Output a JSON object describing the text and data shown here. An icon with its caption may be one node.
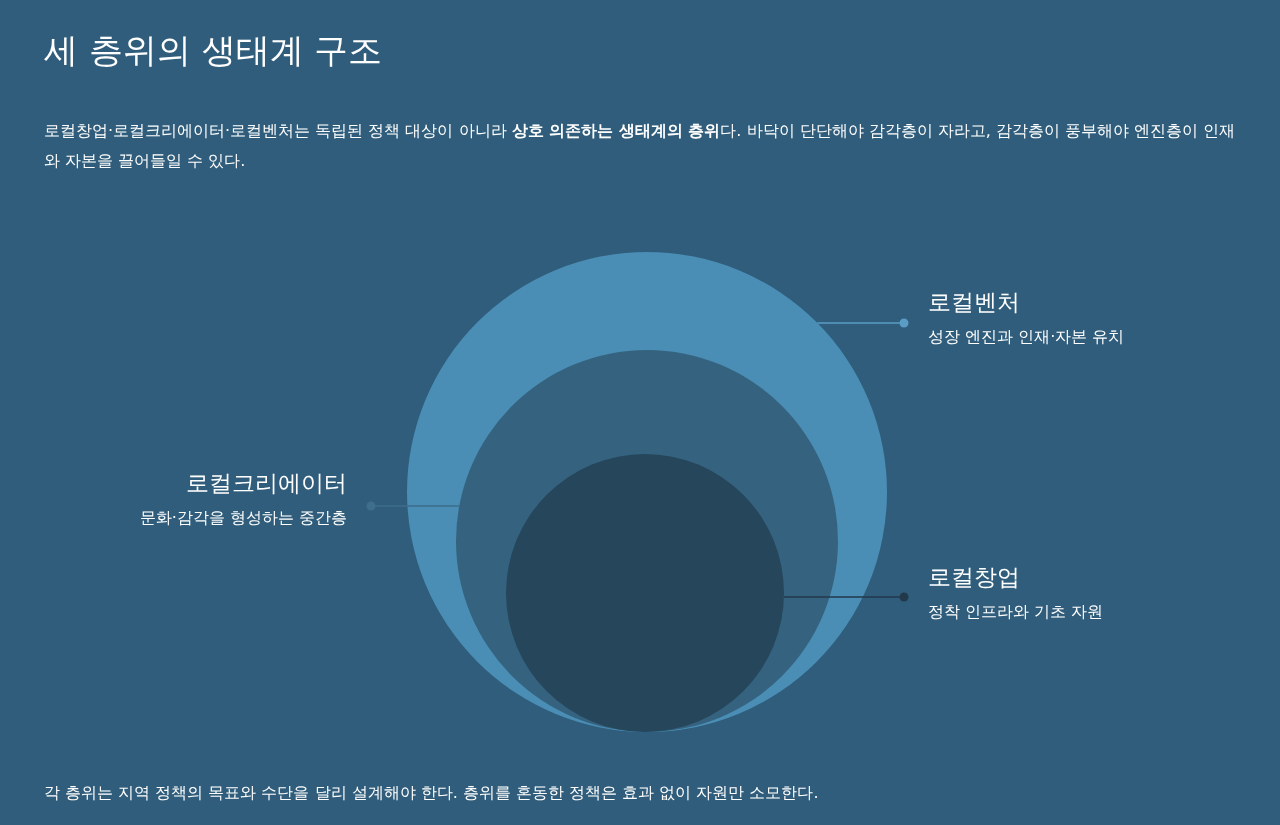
{
  "diagram": {
    "title": "세 층위의 생태계 구조",
    "caption": "각 층위는 지역 정책의 목표와 수단을 달리 설계해야 한다. 층위를 혼동한 정책은 효과 없이 자원만 소모한다.",
    "nodes": [
      {
        "text": [],
        "shape": "circle"
      },
      {
        "text": [],
        "shape": "circle",
        "in": 0
      },
      {
        "text": [],
        "shape": "circle",
        "in": 1
      },
      {
        "text": [
          "로컬벤처",
          "성장 엔진과 인재·자본 유치"
        ]
      },
      {
        "text": [
          "로컬크리에이터",
          "문화·감각을 형성하는 중간층"
        ]
      },
      {
        "text": [
          "로컬창업",
          "정착 인프라와 기초 자원"
        ]
      }
    ],
    "edges": [
      {
        "from": 3,
        "to": 0,
        "arrow": "other",
        "color": "#5b9cc4"
      },
      {
        "from": 4,
        "to": 1,
        "arrow": "other",
        "color": "#3f6e8c"
      },
      {
        "from": 5,
        "to": 2,
        "arrow": "other",
        "color": "#22394b"
      }
    ],
    "labels": [
      "로컬창업·로컬크리에이터·로컬벤처는 독립된 정책 대상이 아니라 **상호 의존하는 생태계의 층위**다. 바닥이 단단해야 감각층이 자라고, 감각층이 풍부해야 엔진층이 인재와 자본을 끌어들일 수 있다."
    ]
  }
}
